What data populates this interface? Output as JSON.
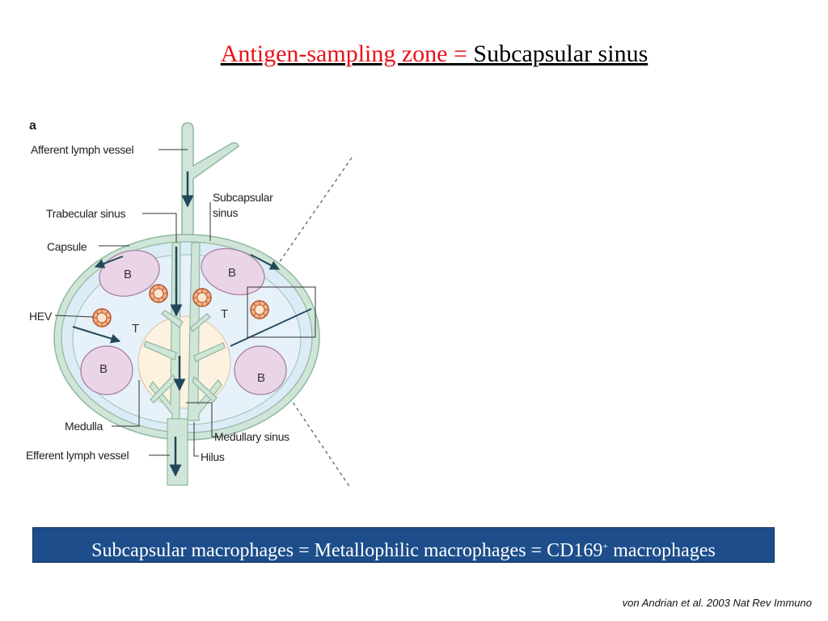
{
  "title": {
    "part1": "Antigen-sampling zone = ",
    "part2": "Subcapsular sinus"
  },
  "colors": {
    "title_highlight": "#e8141a",
    "banner_background": "#1d4e8b",
    "vessel_green": "#cfe5d8",
    "sinus_blue": "#dcecf7",
    "follicle_pink": "#ead5e6",
    "medulla_cream": "#fdf1df"
  },
  "figure": {
    "panel_label": "a",
    "labels": {
      "afferent": "Afferent lymph vessel",
      "trabecular": "Trabecular sinus",
      "subcapsular_1": "Subcapsular",
      "subcapsular_2": "sinus",
      "capsule": "Capsule",
      "hev": "HEV",
      "medulla": "Medulla",
      "efferent": "Efferent lymph vessel",
      "medullary_sinus": "Medullary sinus",
      "hilus": "Hilus"
    },
    "regions": {
      "b1": "B",
      "b2": "B",
      "b3": "B",
      "b4": "B",
      "t1": "T",
      "t2": "T"
    }
  },
  "banner": {
    "part1": "Subcapsular macrophages = Metallophilic macrophages = CD169",
    "superscript": "+",
    "part2": " macrophages"
  },
  "citation": "von Andrian et al. 2003 Nat Rev Immuno"
}
